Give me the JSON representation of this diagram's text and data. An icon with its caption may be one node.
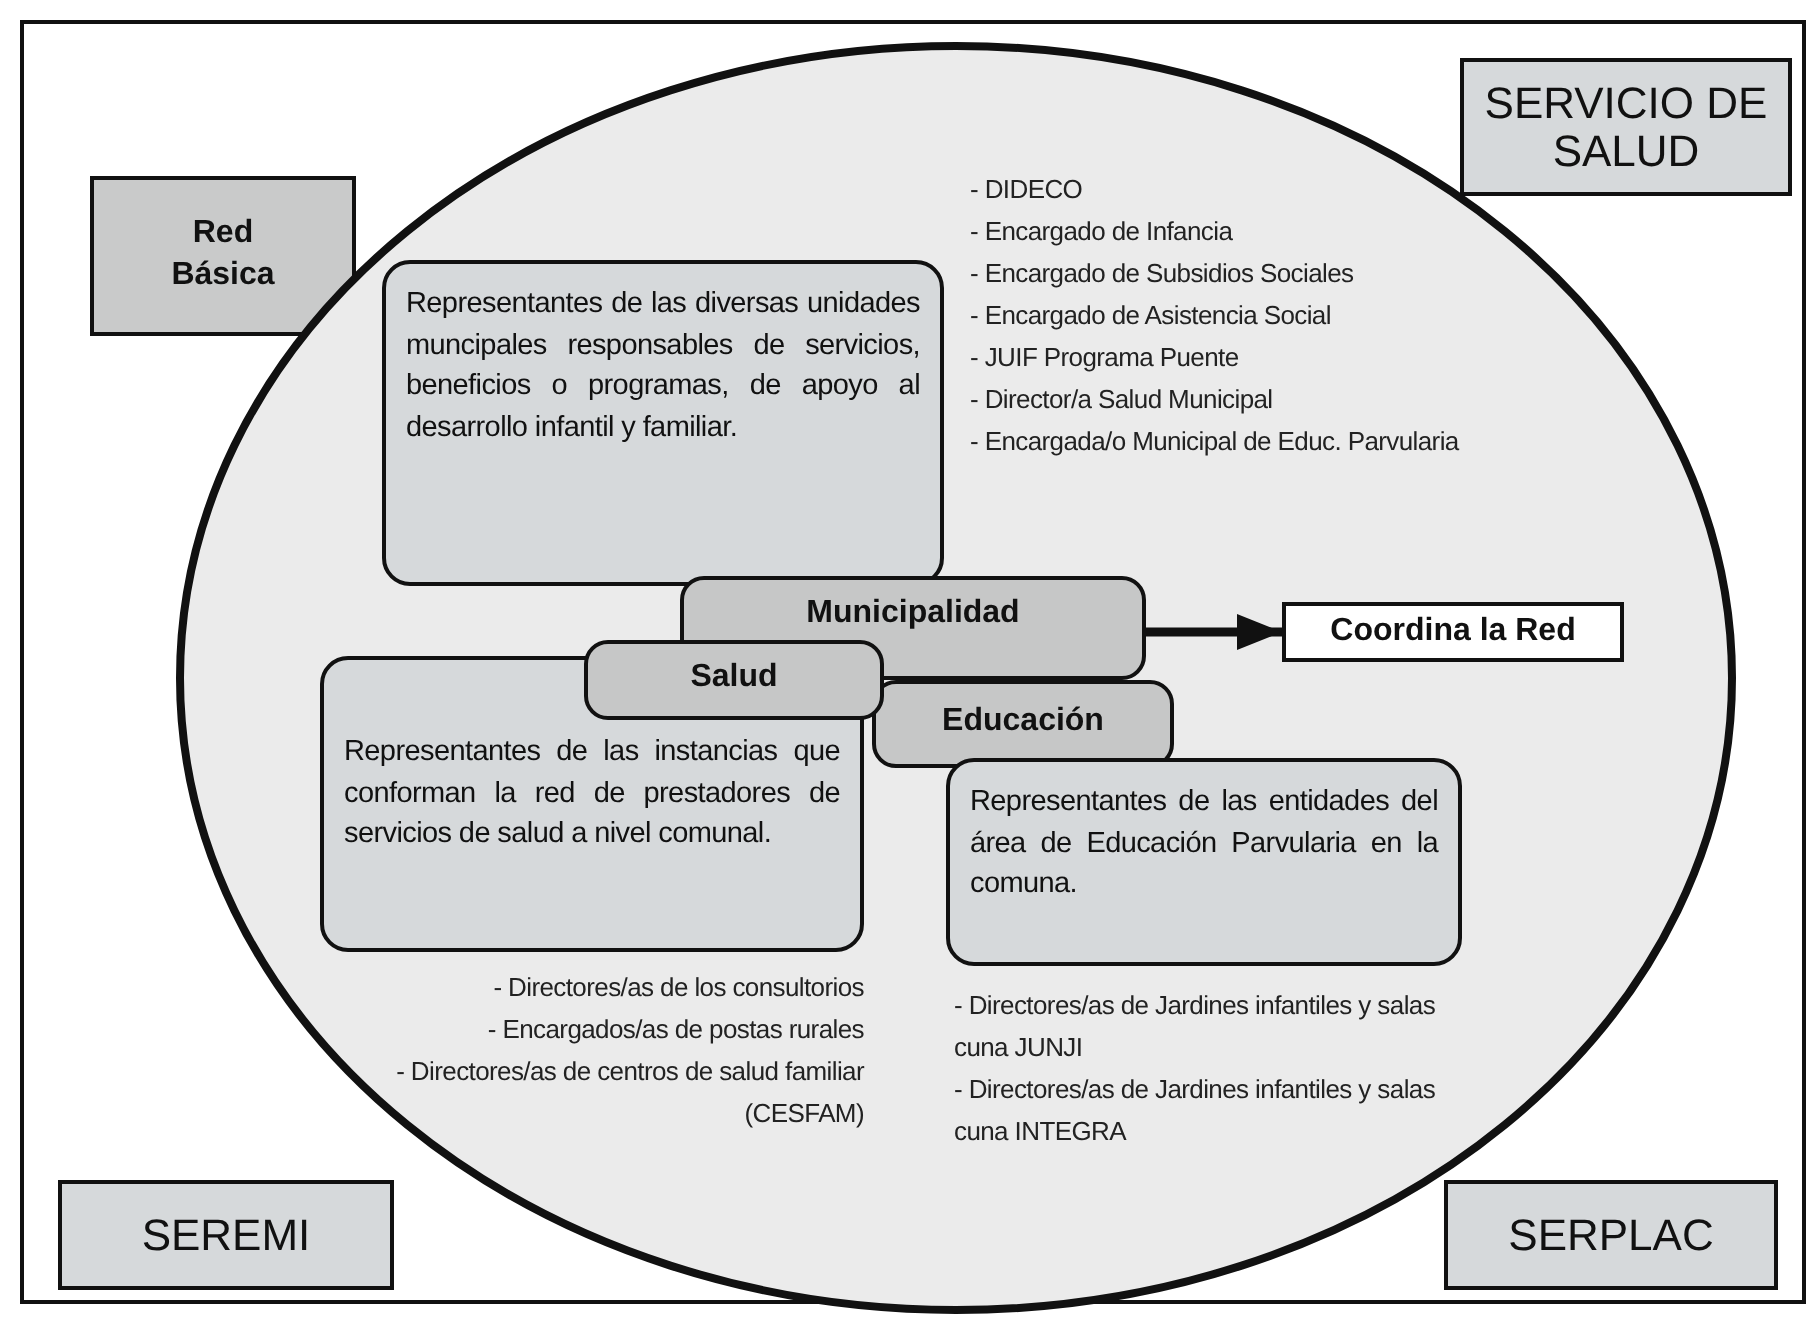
{
  "diagram": {
    "nodes": [
      {
        "text": [
          "Red Básica"
        ]
      },
      {
        "text": [
          "SERVICIO DE SALUD"
        ]
      },
      {
        "text": [
          "SEREMI"
        ]
      },
      {
        "text": [
          "SERPLAC"
        ]
      },
      {
        "text": [],
        "shape": "ellipse"
      },
      {
        "text": [
          "Representantes de las diversas unidades muncipales responsables de servicios, beneficios o programas, de apoyo al desarrollo infantil y familiar."
        ],
        "in": 4,
        "beside": [
          "- DIDECO",
          "- Encargado de Infancia",
          "- Encargado de Subsidios Sociales",
          "- Encargado de Asistencia Social",
          "- JUIF Programa Puente",
          "- Director/a Salud Municipal",
          "- Encargada/o Municipal de Educ. Parvularia"
        ]
      },
      {
        "text": [
          "Municipalidad"
        ],
        "in": 4
      },
      {
        "text": [
          "Representantes de las instancias que conforman la red de prestadores de servicios de salud a nivel comunal."
        ],
        "in": 4,
        "beside": [
          "- Directores/as de los consultorios",
          "- Encargados/as de postas rurales",
          "- Directores/as de centros de salud familiar (CESFAM)"
        ]
      },
      {
        "text": [
          "Salud"
        ],
        "in": 4
      },
      {
        "text": [
          "Educación"
        ],
        "in": 4
      },
      {
        "text": [
          "Representantes de las entidades del área de Educación Parvularia en la comuna."
        ],
        "in": 4,
        "beside": [
          "- Directores/as de Jardines infantiles y salas cuna JUNJI",
          "- Directores/as de Jardines infantiles y salas cuna INTEGRA"
        ]
      },
      {
        "text": [
          "Coordina la Red"
        ],
        "in": 4
      }
    ],
    "edges": [
      {
        "from": 6,
        "to": 11,
        "arrow": "to"
      }
    ]
  }
}
